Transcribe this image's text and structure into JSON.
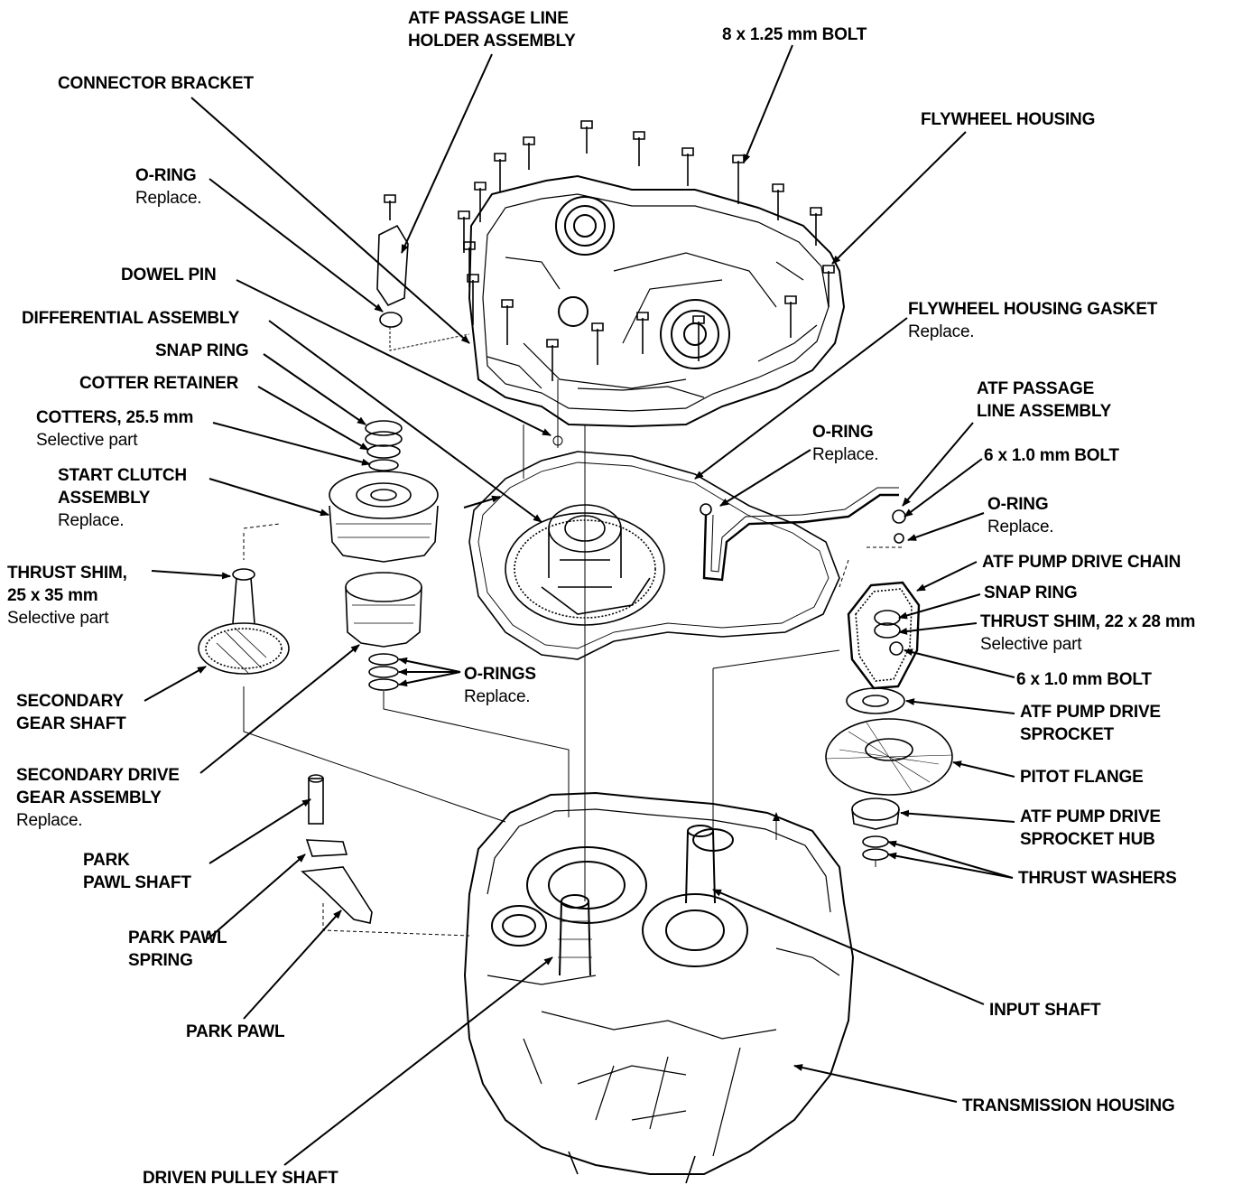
{
  "labels": {
    "atf_passage_line_holder": [
      "ATF PASSAGE LINE",
      "HOLDER ASSEMBLY"
    ],
    "bolt_8x125": "8 x 1.25 mm BOLT",
    "connector_bracket": "CONNECTOR BRACKET",
    "flywheel_housing": "FLYWHEEL HOUSING",
    "oring_top": {
      "name": "O-RING",
      "note": "Replace."
    },
    "dowel_pin": "DOWEL PIN",
    "flywheel_housing_gasket": {
      "name": "FLYWHEEL HOUSING GASKET",
      "note": "Replace."
    },
    "differential_assembly": "DIFFERENTIAL ASSEMBLY",
    "snap_ring_left": "SNAP RING",
    "cotter_retainer": "COTTER RETAINER",
    "atf_passage_line_assembly": [
      "ATF PASSAGE",
      "LINE ASSEMBLY"
    ],
    "cotters": {
      "name": "COTTERS, 25.5 mm",
      "note": "Selective part"
    },
    "oring_mid": {
      "name": "O-RING",
      "note": "Replace."
    },
    "bolt_6x10_top": "6 x 1.0 mm BOLT",
    "start_clutch": {
      "name": [
        "START CLUTCH",
        "ASSEMBLY"
      ],
      "note": "Replace."
    },
    "oring_right": {
      "name": "O-RING",
      "note": "Replace."
    },
    "atf_pump_drive_chain": "ATF PUMP DRIVE CHAIN",
    "thrust_shim_left": {
      "name": [
        "THRUST SHIM,",
        "25 x 35 mm"
      ],
      "note": "Selective part"
    },
    "snap_ring_right": "SNAP RING",
    "thrust_shim_right": {
      "name": "THRUST SHIM, 22 x 28 mm",
      "note": "Selective part"
    },
    "orings": {
      "name": "O-RINGS",
      "note": "Replace."
    },
    "bolt_6x10_bottom": "6 x 1.0 mm BOLT",
    "secondary_gear_shaft": [
      "SECONDARY",
      "GEAR SHAFT"
    ],
    "atf_pump_drive_sprocket": [
      "ATF PUMP DRIVE",
      "SPROCKET"
    ],
    "pitot_flange": "PITOT FLANGE",
    "secondary_drive_gear": {
      "name": [
        "SECONDARY DRIVE",
        "GEAR ASSEMBLY"
      ],
      "note": "Replace."
    },
    "atf_pump_drive_sprocket_hub": [
      "ATF PUMP DRIVE",
      "SPROCKET HUB"
    ],
    "park_pawl_shaft": [
      "PARK",
      "PAWL SHAFT"
    ],
    "thrust_washers": "THRUST WASHERS",
    "park_pawl_spring": [
      "PARK PAWL",
      "SPRING"
    ],
    "input_shaft": "INPUT SHAFT",
    "park_pawl": "PARK PAWL",
    "transmission_housing": "TRANSMISSION HOUSING",
    "driven_pulley_shaft": "DRIVEN PULLEY SHAFT"
  }
}
